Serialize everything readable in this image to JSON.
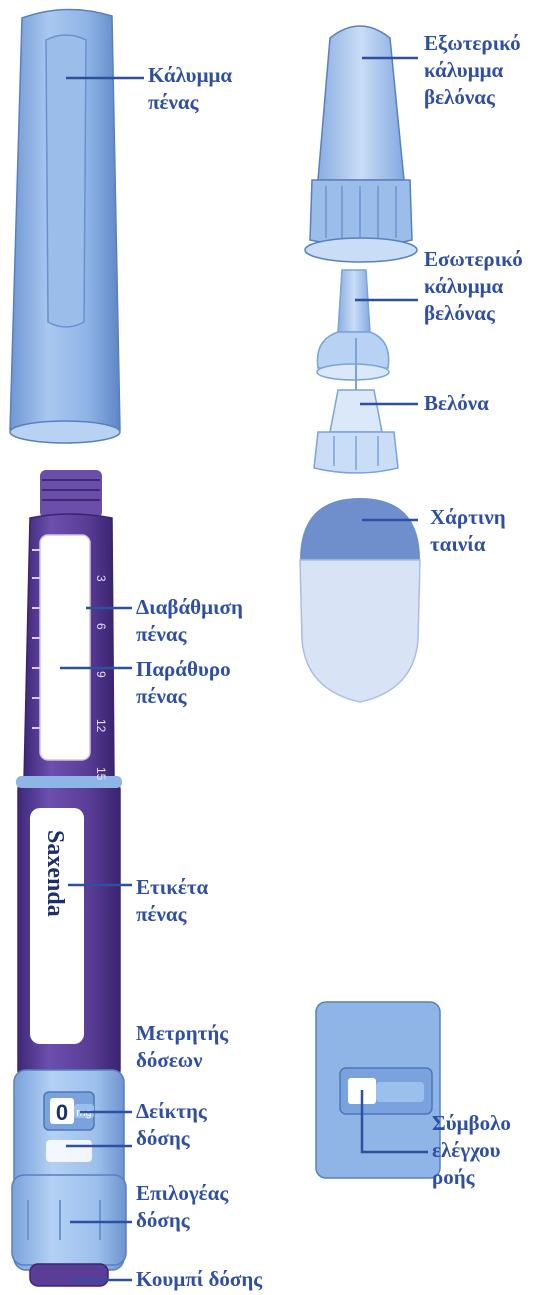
{
  "labels": {
    "pen_cap": "Κάλυμμα\nπένας",
    "outer_needle_cap": "Εξωτερικό\nκάλυμμα\nβελόνας",
    "inner_needle_cap": "Εσωτερικό\nκάλυμμα\nβελόνας",
    "needle": "Βελόνα",
    "paper_tab": "Χάρτινη\nταινία",
    "pen_scale": "Διαβάθμιση\nπένας",
    "pen_window": "Παράθυρο\nπένας",
    "pen_label": "Ετικέτα\nπένας",
    "dose_counter": "Μετρητής\nδόσεων",
    "dose_pointer": "Δείκτης\nδόσης",
    "dose_selector": "Επιλογέας\nδόσης",
    "dose_button": "Κουμπί δόσης",
    "flow_check_symbol": "Σύμβολο\nελέγχου\nροής"
  },
  "pen": {
    "brand": "Saxenda",
    "scale_marks": [
      "3",
      "6",
      "9",
      "12",
      "15"
    ],
    "dose_display": "0",
    "dose_unit": "mg"
  },
  "colors": {
    "label_text": "#2f4fa0",
    "pen_purple": "#5a3d96",
    "pen_purple_dark": "#3e2878",
    "cap_blue": "#8fb4e6",
    "selector_blue": "#9cc0ec"
  }
}
